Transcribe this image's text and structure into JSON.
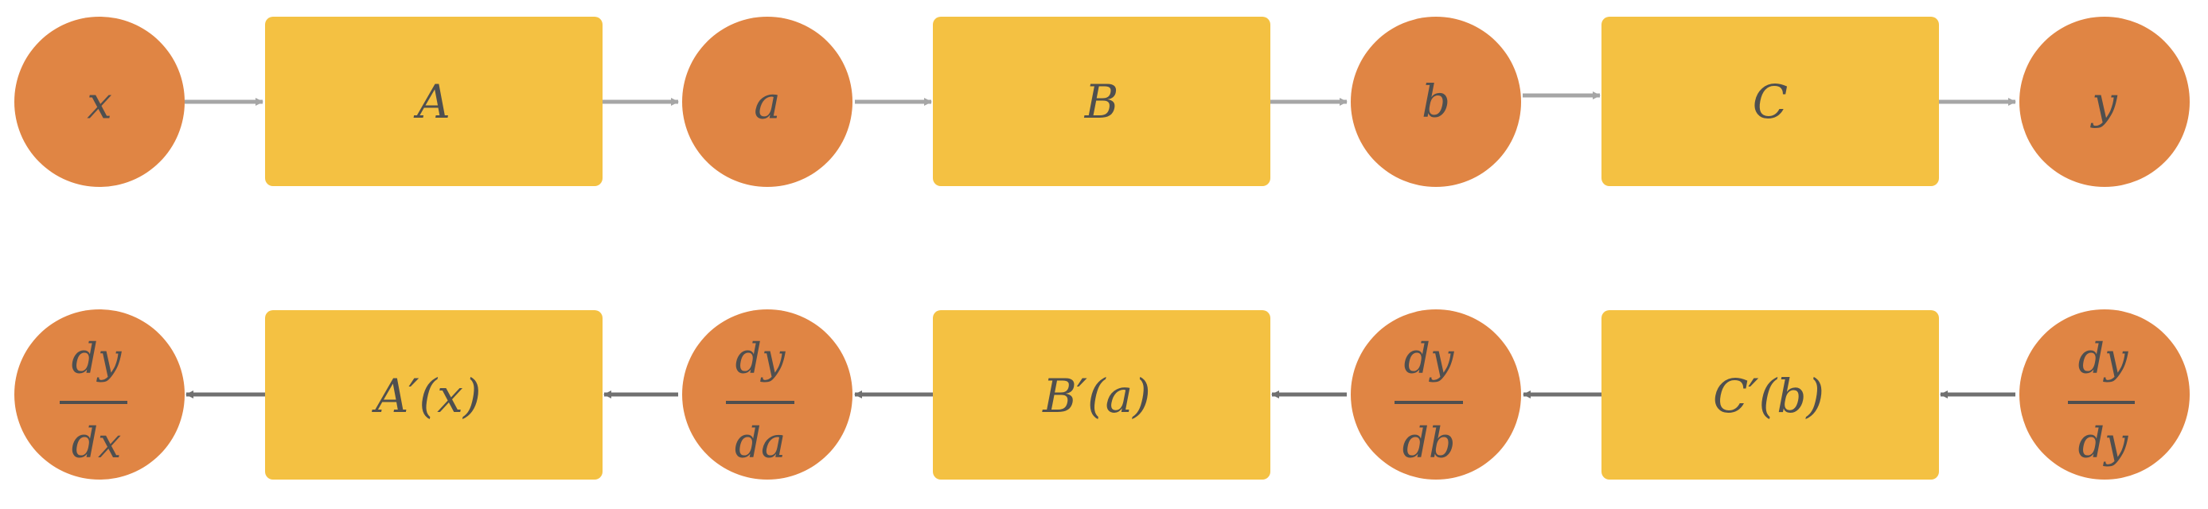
{
  "colors": {
    "node_fill": "#E08544",
    "op_fill": "#F4C142",
    "forward_arrow": "#A6A6A6",
    "backward_arrow": "#707070",
    "text": "#4F4F4F"
  },
  "forward": {
    "nodes": [
      {
        "name": "node-x",
        "label": "x"
      },
      {
        "name": "node-a",
        "label": "a"
      },
      {
        "name": "node-b",
        "label": "b"
      },
      {
        "name": "node-y",
        "label": "y"
      }
    ],
    "ops": [
      {
        "name": "op-A",
        "label": "A"
      },
      {
        "name": "op-B",
        "label": "B"
      },
      {
        "name": "op-C",
        "label": "C"
      }
    ]
  },
  "backward": {
    "nodes": [
      {
        "name": "grad-dx",
        "num": "dy",
        "den": "dx"
      },
      {
        "name": "grad-da",
        "num": "dy",
        "den": "da"
      },
      {
        "name": "grad-db",
        "num": "dy",
        "den": "db"
      },
      {
        "name": "grad-dy",
        "num": "dy",
        "den": "dy"
      }
    ],
    "ops": [
      {
        "name": "op-A-prime",
        "label": "A′(x)"
      },
      {
        "name": "op-B-prime",
        "label": "B′(a)"
      },
      {
        "name": "op-C-prime",
        "label": "C′(b)"
      }
    ]
  }
}
